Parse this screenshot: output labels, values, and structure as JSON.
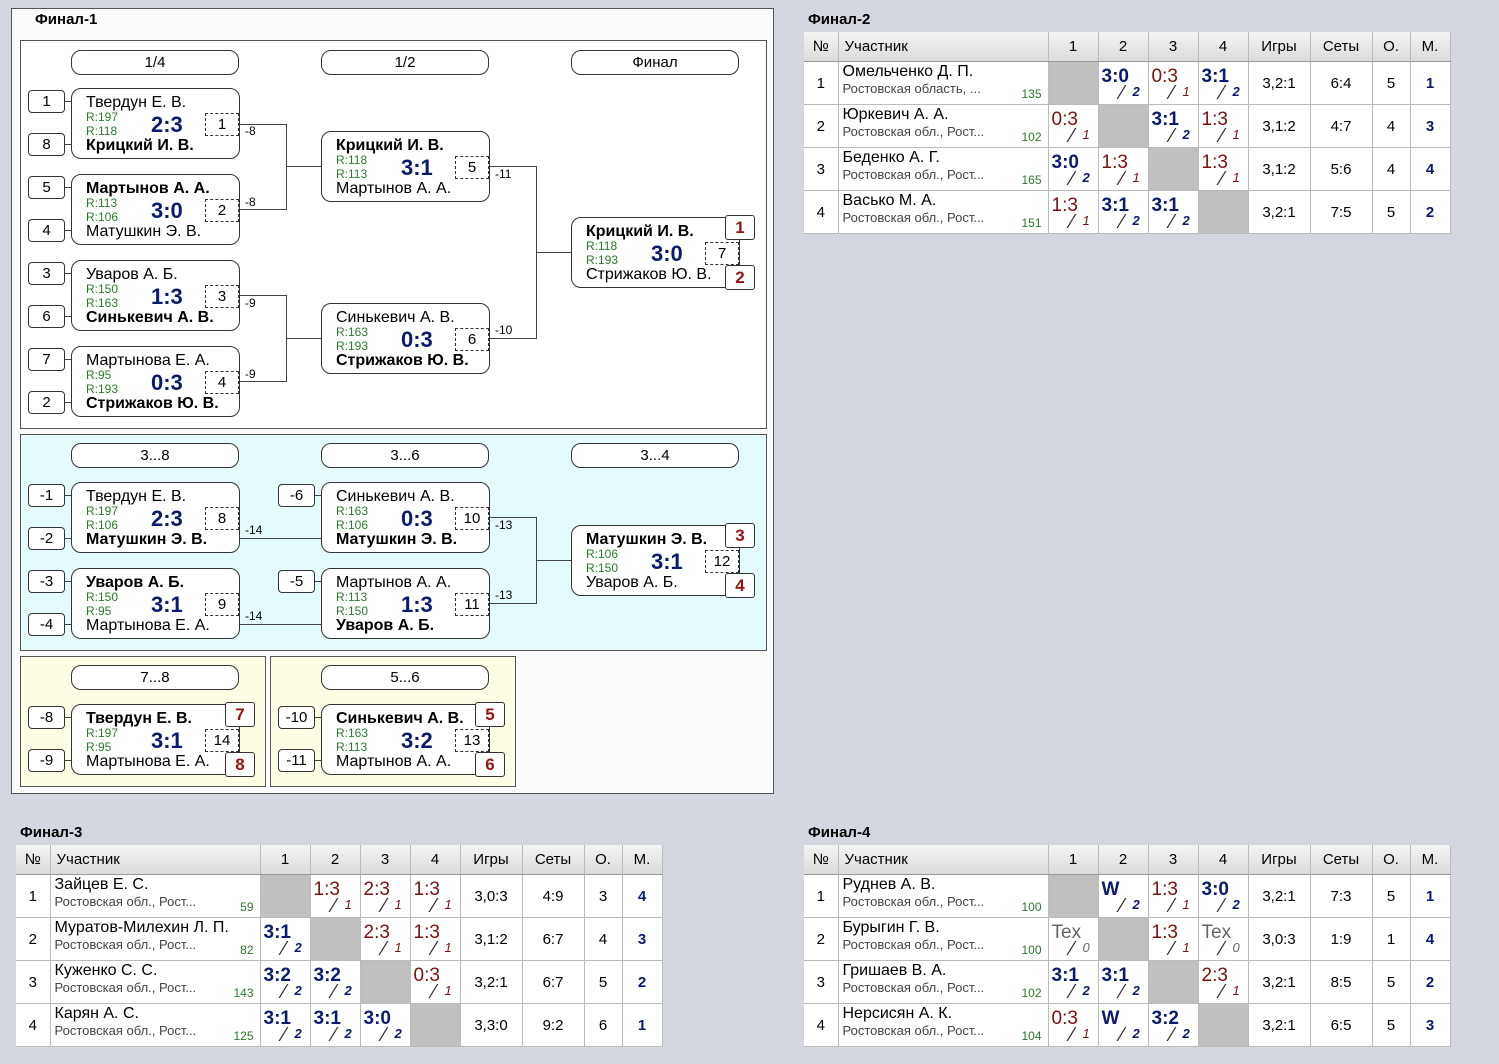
{
  "final1": {
    "title": "Финал-1",
    "stages": {
      "q": "1/4",
      "s": "1/2",
      "f": "Финал",
      "r38": "3...8",
      "r36": "3...6",
      "r34": "3...4",
      "r78": "7...8",
      "r56": "5...6"
    },
    "seeds": [
      "1",
      "8",
      "5",
      "4",
      "3",
      "6",
      "7",
      "2"
    ],
    "loser_seeds": [
      "-1",
      "-2",
      "-3",
      "-4",
      "-6",
      "-5",
      "-8",
      "-9",
      "-10",
      "-11"
    ],
    "matches": [
      {
        "p1": "Твердун Е. В.",
        "r1": "R:197",
        "r2": "R:118",
        "score": "2:3",
        "num": "1",
        "p2": "Крицкий И. В.",
        "lbl": "-8"
      },
      {
        "p1": "Мартынов А. А.",
        "r1": "R:113",
        "r2": "R:106",
        "score": "3:0",
        "num": "2",
        "p2": "Матушкин Э. В.",
        "lbl": "-8"
      },
      {
        "p1": "Уваров А. Б.",
        "r1": "R:150",
        "r2": "R:163",
        "score": "1:3",
        "num": "3",
        "p2": "Синькевич А. В.",
        "lbl": "-9"
      },
      {
        "p1": "Мартынова Е. А.",
        "r1": "R:95",
        "r2": "R:193",
        "score": "0:3",
        "num": "4",
        "p2": "Стрижаков Ю. В.",
        "lbl": "-9"
      },
      {
        "p1": "Крицкий И. В.",
        "r1": "R:118",
        "r2": "R:113",
        "score": "3:1",
        "num": "5",
        "p2": "Мартынов А. А.",
        "lbl": "-11"
      },
      {
        "p1": "Синькевич А. В.",
        "r1": "R:163",
        "r2": "R:193",
        "score": "0:3",
        "num": "6",
        "p2": "Стрижаков Ю. В.",
        "lbl": "-10"
      },
      {
        "p1": "Крицкий И. В.",
        "r1": "R:118",
        "r2": "R:193",
        "score": "3:0",
        "num": "7",
        "p2": "Стрижаков Ю. В.",
        "place1": "1",
        "place2": "2"
      },
      {
        "p1": "Твердун Е. В.",
        "r1": "R:197",
        "r2": "R:106",
        "score": "2:3",
        "num": "8",
        "p2": "Матушкин Э. В.",
        "lbl": "-14"
      },
      {
        "p1": "Уваров А. Б.",
        "r1": "R:150",
        "r2": "R:95",
        "score": "3:1",
        "num": "9",
        "p2": "Мартынова Е. А.",
        "lbl": "-14"
      },
      {
        "p1": "Синькевич А. В.",
        "r1": "R:163",
        "r2": "R:106",
        "score": "0:3",
        "num": "10",
        "p2": "Матушкин Э. В.",
        "lbl": "-13"
      },
      {
        "p1": "Мартынов А. А.",
        "r1": "R:113",
        "r2": "R:150",
        "score": "1:3",
        "num": "11",
        "p2": "Уваров А. Б.",
        "lbl": "-13"
      },
      {
        "p1": "Матушкин Э. В.",
        "r1": "R:106",
        "r2": "R:150",
        "score": "3:1",
        "num": "12",
        "p2": "Уваров А. Б.",
        "place1": "3",
        "place2": "4"
      },
      {
        "p1": "Твердун Е. В.",
        "r1": "R:197",
        "r2": "R:95",
        "score": "3:1",
        "num": "14",
        "p2": "Мартынова Е. А.",
        "place1": "7",
        "place2": "8"
      },
      {
        "p1": "Синькевич А. В.",
        "r1": "R:163",
        "r2": "R:113",
        "score": "3:2",
        "num": "13",
        "p2": "Мартынов А. А.",
        "place1": "5",
        "place2": "6"
      }
    ]
  },
  "table_headers": {
    "no": "№",
    "name": "Участник",
    "c1": "1",
    "c2": "2",
    "c3": "3",
    "c4": "4",
    "games": "Игры",
    "sets": "Сеты",
    "pts": "О.",
    "place": "М."
  },
  "final2": {
    "title": "Финал-2",
    "rows": [
      {
        "n": "1",
        "name": "Омельченко Д. П.",
        "region": "Ростовская область, ...",
        "rating": "135",
        "c": [
          "",
          "3:0|2|w",
          "0:3|1|l",
          "3:1|2|w"
        ],
        "games": "3,2:1",
        "sets": "6:4",
        "pts": "5",
        "place": "1"
      },
      {
        "n": "2",
        "name": "Юркевич А. А.",
        "region": "Ростовская обл., Рост...",
        "rating": "102",
        "c": [
          "0:3|1|l",
          "",
          "3:1|2|w",
          "1:3|1|l"
        ],
        "games": "3,1:2",
        "sets": "4:7",
        "pts": "4",
        "place": "3"
      },
      {
        "n": "3",
        "name": "Беденко А. Г.",
        "region": "Ростовская обл., Рост...",
        "rating": "165",
        "c": [
          "3:0|2|w",
          "1:3|1|l",
          "",
          "1:3|1|l"
        ],
        "games": "3,1:2",
        "sets": "5:6",
        "pts": "4",
        "place": "4"
      },
      {
        "n": "4",
        "name": "Васько М. А.",
        "region": "Ростовская обл., Рост...",
        "rating": "151",
        "c": [
          "1:3|1|l",
          "3:1|2|w",
          "3:1|2|w",
          ""
        ],
        "games": "3,2:1",
        "sets": "7:5",
        "pts": "5",
        "place": "2"
      }
    ]
  },
  "final3": {
    "title": "Финал-3",
    "rows": [
      {
        "n": "1",
        "name": "Зайцев Е. С.",
        "region": "Ростовская обл., Рост...",
        "rating": "59",
        "c": [
          "",
          "1:3|1|l",
          "2:3|1|l",
          "1:3|1|l"
        ],
        "games": "3,0:3",
        "sets": "4:9",
        "pts": "3",
        "place": "4"
      },
      {
        "n": "2",
        "name": "Муратов-Милехин Л. П.",
        "region": "Ростовская обл., Рост...",
        "rating": "82",
        "c": [
          "3:1|2|w",
          "",
          "2:3|1|l",
          "1:3|1|l"
        ],
        "games": "3,1:2",
        "sets": "6:7",
        "pts": "4",
        "place": "3"
      },
      {
        "n": "3",
        "name": "Куженко С. С.",
        "region": "Ростовская обл., Рост...",
        "rating": "143",
        "c": [
          "3:2|2|w",
          "3:2|2|w",
          "",
          "0:3|1|l"
        ],
        "games": "3,2:1",
        "sets": "6:7",
        "pts": "5",
        "place": "2"
      },
      {
        "n": "4",
        "name": "Карян А. С.",
        "region": "Ростовская обл., Рост...",
        "rating": "125",
        "c": [
          "3:1|2|w",
          "3:1|2|w",
          "3:0|2|w",
          ""
        ],
        "games": "3,3:0",
        "sets": "9:2",
        "pts": "6",
        "place": "1"
      }
    ]
  },
  "final4": {
    "title": "Финал-4",
    "rows": [
      {
        "n": "1",
        "name": "Руднев А. В.",
        "region": "Ростовская обл., Рост...",
        "rating": "100",
        "c": [
          "",
          "W|2|w",
          "1:3|1|l",
          "3:0|2|w"
        ],
        "games": "3,2:1",
        "sets": "7:3",
        "pts": "5",
        "place": "1"
      },
      {
        "n": "2",
        "name": "Бурыгин Г. В.",
        "region": "Ростовская обл., Рост...",
        "rating": "100",
        "c": [
          "Tex|0|t",
          "",
          "1:3|1|l",
          "Tex|0|t"
        ],
        "games": "3,0:3",
        "sets": "1:9",
        "pts": "1",
        "place": "4"
      },
      {
        "n": "3",
        "name": "Гришаев В. А.",
        "region": "Ростовская обл., Рост...",
        "rating": "102",
        "c": [
          "3:1|2|w",
          "3:1|2|w",
          "",
          "2:3|1|l"
        ],
        "games": "3,2:1",
        "sets": "8:5",
        "pts": "5",
        "place": "2"
      },
      {
        "n": "4",
        "name": "Нерсисян А. К.",
        "region": "Ростовская обл., Рост...",
        "rating": "104",
        "c": [
          "0:3|1|l",
          "W|2|w",
          "3:2|2|w",
          ""
        ],
        "games": "3,2:1",
        "sets": "6:5",
        "pts": "5",
        "place": "3"
      }
    ]
  }
}
